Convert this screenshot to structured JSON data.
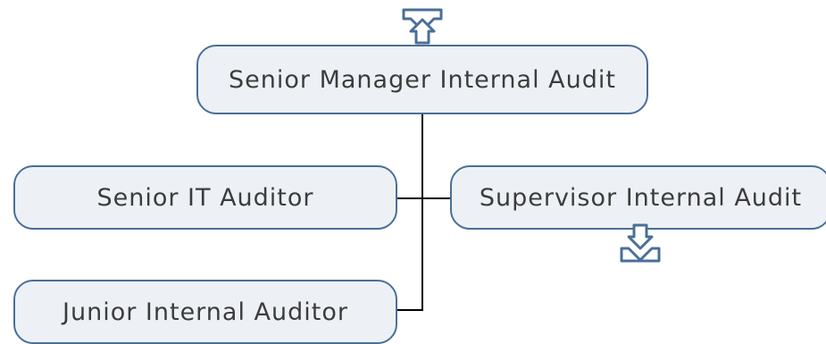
{
  "org_chart": {
    "top": {
      "label": "Senior Manager Internal Audit"
    },
    "left_top": {
      "label": "Senior IT Auditor"
    },
    "right": {
      "label": "Supervisor Internal Audit"
    },
    "left_bottom": {
      "label": "Junior Internal Auditor"
    }
  },
  "colors": {
    "node_fill": "#edf1f6",
    "node_border": "#4a6f97",
    "connector": "#000000",
    "arrow": "#4a6f97",
    "text": "#3c3c3c"
  },
  "icons": {
    "up_arrow": "up-arrow-icon",
    "down_arrow": "down-arrow-icon"
  }
}
